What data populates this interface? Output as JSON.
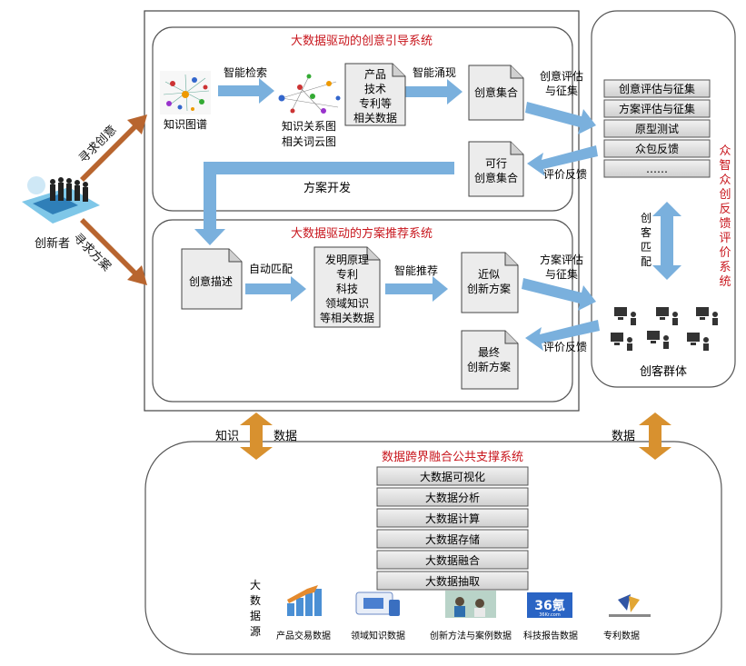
{
  "systems": {
    "guide_title": "大数据驱动的创意引导系统",
    "recommend_title": "大数据驱动的方案推荐系统",
    "feedback_title": "众智众创反馈评价系统",
    "support_title": "数据跨界融合公共支撑系统"
  },
  "left": {
    "innovator": "创新者",
    "seek_idea": "寻求创意",
    "seek_plan": "寻求方案"
  },
  "guide": {
    "kg_label": "知识图谱",
    "smart_search": "智能检索",
    "kg_relation_lines": [
      "知识关系图",
      "相关词云图"
    ],
    "data_doc_lines": [
      "产品",
      "技术",
      "专利等",
      "相关数据"
    ],
    "smart_emerge": "智能涌现",
    "idea_set": "创意集合",
    "feasible_lines": [
      "可行",
      "创意集合"
    ],
    "plan_dev": "方案开发",
    "idea_eval_lines": [
      "创意评估",
      "与征集"
    ],
    "eval_feedback": "评价反馈"
  },
  "recommend": {
    "idea_desc": "创意描述",
    "auto_match": "自动匹配",
    "data_doc_lines": [
      "发明原理",
      "专利",
      "科技",
      "领域知识",
      "等相关数据"
    ],
    "smart_recommend": "智能推荐",
    "similar_lines": [
      "近似",
      "创新方案"
    ],
    "final_lines": [
      "最终",
      "创新方案"
    ],
    "plan_eval_lines": [
      "方案评估",
      "与征集"
    ],
    "eval_feedback": "评价反馈"
  },
  "feedback": {
    "list": [
      "创意评估与征集",
      "方案评估与征集",
      "原型测试",
      "众包反馈",
      "……"
    ],
    "match_label": "创客匹配",
    "maker_group": "创客群体"
  },
  "connectors": {
    "knowledge": "知识",
    "data_left": "数据",
    "data_right": "数据"
  },
  "support": {
    "stack": [
      "大数据可视化",
      "大数据分析",
      "大数据计算",
      "大数据存储",
      "大数据融合",
      "大数据抽取"
    ],
    "sources_label": "大数据源",
    "sources": [
      "产品交易数据",
      "领域知识数据",
      "创新方法与案例数据",
      "科技报告数据",
      "专利数据"
    ],
    "logo_36kr": "36氪",
    "logo_36kr_sub": "36Kr.com"
  },
  "colors": {
    "red": "#c8161d",
    "blue_arrow": "#7ab0dd",
    "brown_arrow": "#b8652f",
    "orange_arrow": "#d8912f",
    "doc_fill": "#ececec",
    "bar_fill": "#dcdcdc"
  }
}
